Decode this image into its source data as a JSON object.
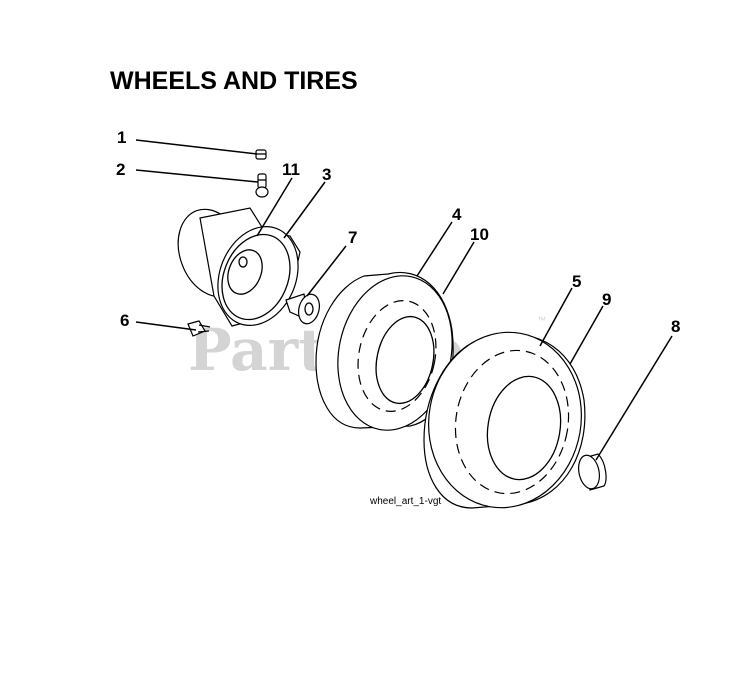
{
  "title": "WHEELS AND TIRES",
  "callouts": {
    "c1": "1",
    "c2": "2",
    "c3": "3",
    "c4": "4",
    "c5": "5",
    "c6": "6",
    "c7": "7",
    "c8": "8",
    "c9": "9",
    "c10": "10",
    "c11": "11"
  },
  "caption": "wheel_art_1-vgt",
  "watermark": {
    "text": "PartsTree",
    "mark": "™"
  }
}
